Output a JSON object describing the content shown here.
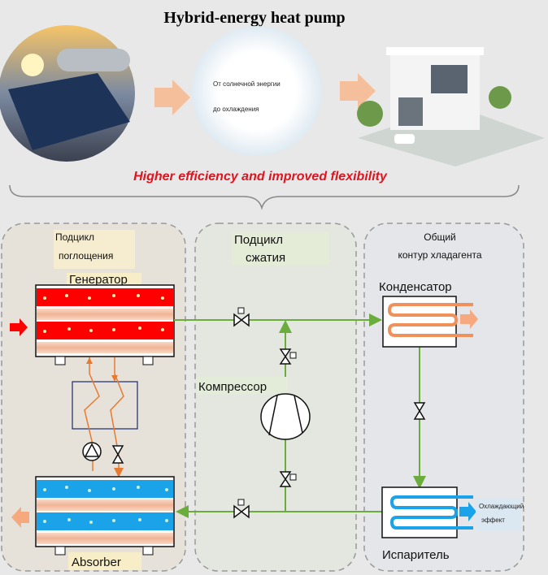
{
  "title": "Hybrid-energy heat pump",
  "center_circle": {
    "line1": "От солнечной энергии",
    "line2": "до охлаждения"
  },
  "tagline": "Higher efficiency and improved flexibility",
  "panels": {
    "absorption": {
      "line1": "Подцикл",
      "line2": "поглощения"
    },
    "compression": {
      "line1": "Подцикл",
      "line2": "сжатия"
    },
    "common": {
      "line1": "Общий",
      "line2": "контур хладагента"
    }
  },
  "components": {
    "generator": "Генератор",
    "absorber": "Absorber",
    "compressor": "Компрессор",
    "condenser": "Конденсатор",
    "evaporator": "Испаритель",
    "cooling_effect_1": "Охлаждающий",
    "cooling_effect_2": "эффект"
  },
  "colors": {
    "hot": "#ff0000",
    "cold": "#1aa3e8",
    "line": "#6aad3d",
    "pipe": "#e87a30",
    "tagline": "#e0141e"
  }
}
